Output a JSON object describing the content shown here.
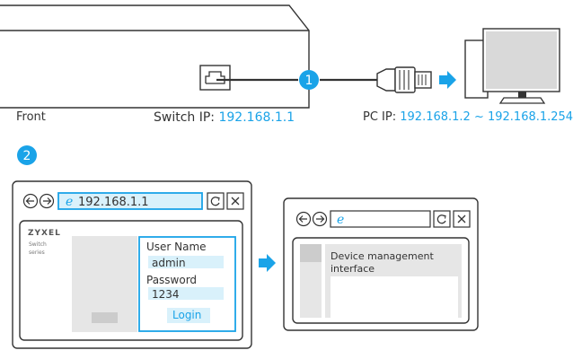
{
  "colors": {
    "accent": "#1aa3e8",
    "line": "#333333",
    "panel": "#e6e6e6",
    "field": "#d9f1fb"
  },
  "top": {
    "front_label": "Front",
    "switch_ip_label": "Switch IP:",
    "switch_ip_value": "192.168.1.1",
    "pc_ip_label": "PC IP:",
    "pc_ip_value": "192.168.1.2 ~ 192.168.1.254",
    "step1": "1"
  },
  "bottom": {
    "step2": "2",
    "login_window": {
      "address": "192.168.1.1",
      "brand": "ZYXEL",
      "brand_sub_1": "Switch",
      "brand_sub_2": "series",
      "user_label": "User Name",
      "user_value": "admin",
      "pass_label": "Password",
      "pass_value": "1234",
      "login_button": "Login"
    },
    "result_window": {
      "content_line_1": "Device management",
      "content_line_2": "interface"
    }
  },
  "icons": [
    "back-arrow-icon",
    "forward-arrow-icon",
    "browser-e-icon",
    "refresh-icon",
    "close-icon",
    "ethernet-port-icon",
    "rj45-plug-icon",
    "desktop-pc-icon",
    "arrow-right-icon"
  ]
}
